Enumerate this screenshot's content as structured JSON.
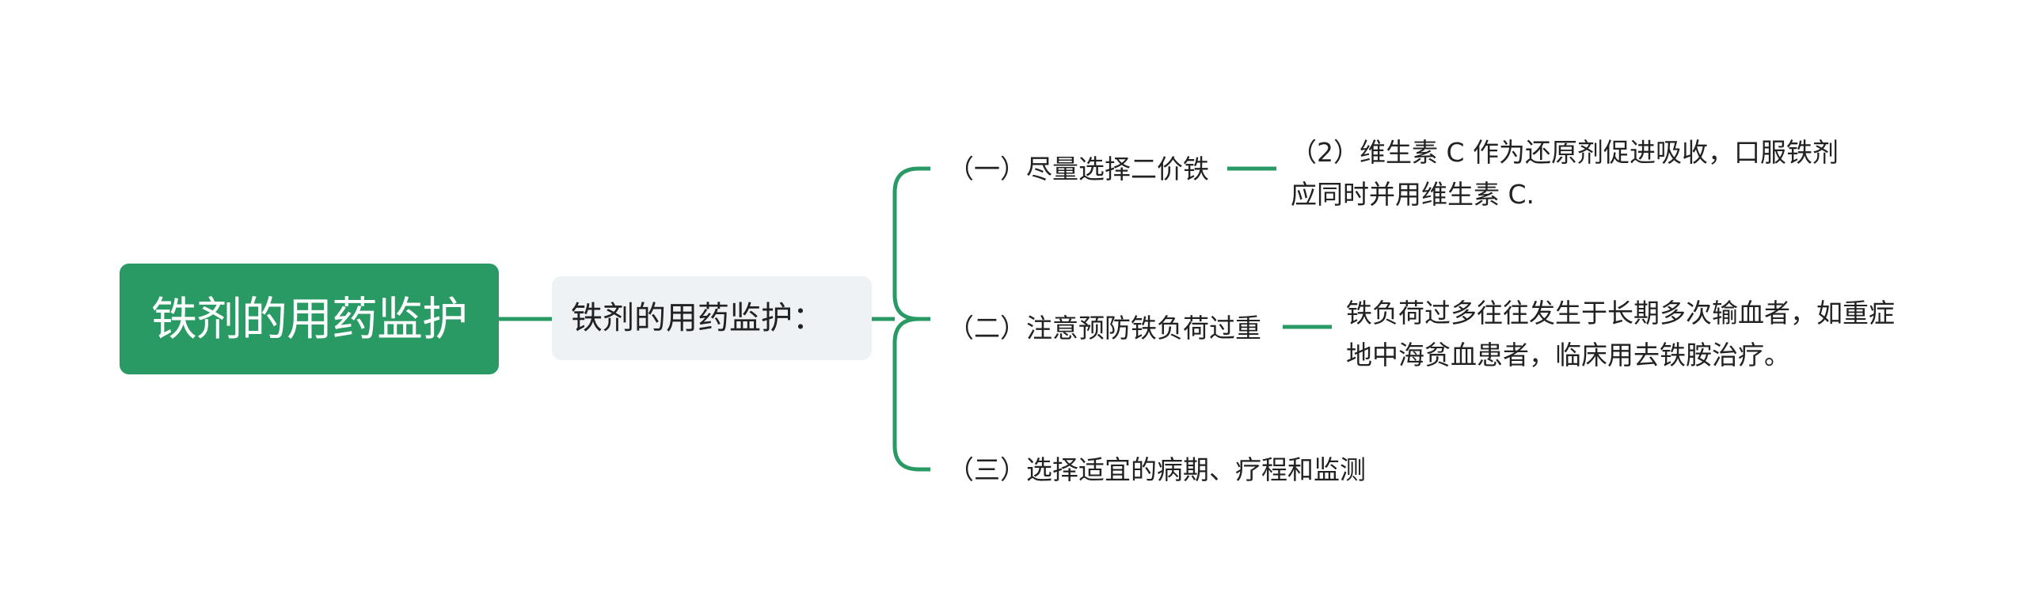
{
  "root": {
    "label": "铁剂的用药监护"
  },
  "sub": {
    "label": "铁剂的用药监护："
  },
  "branches": [
    {
      "label": "（一）尽量选择二价铁",
      "detail": "（2）维生素 C 作为还原剂促进吸收，口服铁剂应同时并用维生素 C."
    },
    {
      "label": "（二）注意预防铁负荷过重",
      "detail": "铁负荷过多往往发生于长期多次输血者，如重症地中海贫血患者，临床用去铁胺治疗。"
    },
    {
      "label": "（三）选择适宜的病期、疗程和监测"
    }
  ],
  "colors": {
    "root_fill": "#2a9a64",
    "connector": "#2a9a64",
    "sub_fill": "#eef2f5",
    "text": "#222222"
  }
}
